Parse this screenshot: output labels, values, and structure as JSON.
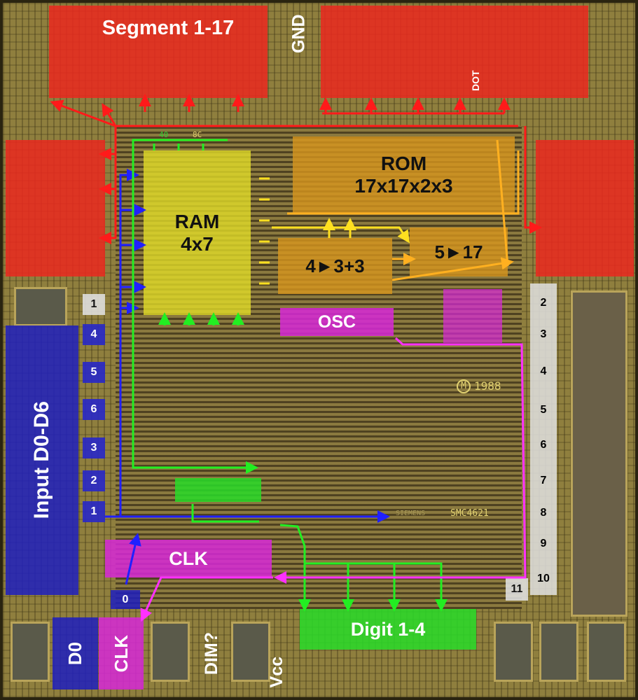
{
  "labels": {
    "segment": "Segment 1-17",
    "gnd": "GND",
    "dot": "DOT",
    "ram_title": "RAM",
    "ram_size": "4x7",
    "rom_title": "ROM",
    "rom_size": "17x17x2x3",
    "decoder_a": "4►3+3",
    "decoder_b": "5►17",
    "osc": "OSC",
    "input": "Input D0-D6",
    "clk_block": "CLK",
    "digit": "Digit 1-4",
    "d0_pin": "D0",
    "clk_pin": "CLK",
    "dim": "DIM?",
    "vcc": "Vcc",
    "zero": "0"
  },
  "left_pins": [
    "1",
    "4",
    "5",
    "6",
    "3",
    "2",
    "1"
  ],
  "right_pins": [
    "2",
    "3",
    "4",
    "5",
    "6",
    "7",
    "8",
    "9",
    "10",
    "11"
  ],
  "die_markings": {
    "code_a": "40",
    "code_b": "8C",
    "copyright": "M",
    "year": "1988",
    "maker": "SIEMENS",
    "part": "SMC4621"
  },
  "colors": {
    "segment": "#eb281e",
    "ram": "#e1dc28",
    "rom": "#d7961e",
    "osc": "#d728d7",
    "input": "#1e1ebe",
    "digit": "#28dc28"
  }
}
